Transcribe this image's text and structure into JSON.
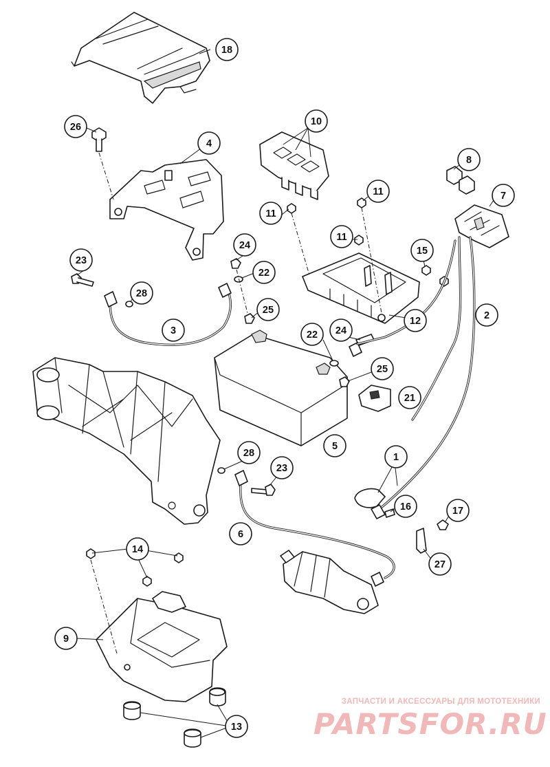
{
  "diagram": {
    "callouts": [
      {
        "id": "c18",
        "label": "18"
      },
      {
        "id": "c26",
        "label": "26"
      },
      {
        "id": "c4",
        "label": "4"
      },
      {
        "id": "c10",
        "label": "10"
      },
      {
        "id": "c8",
        "label": "8"
      },
      {
        "id": "c7",
        "label": "7"
      },
      {
        "id": "c11a",
        "label": "11"
      },
      {
        "id": "c11b",
        "label": "11"
      },
      {
        "id": "c11c",
        "label": "11"
      },
      {
        "id": "c15",
        "label": "15"
      },
      {
        "id": "c24a",
        "label": "24"
      },
      {
        "id": "c23a",
        "label": "23"
      },
      {
        "id": "c22a",
        "label": "22"
      },
      {
        "id": "c28a",
        "label": "28"
      },
      {
        "id": "c2",
        "label": "2"
      },
      {
        "id": "c25a",
        "label": "25"
      },
      {
        "id": "c3",
        "label": "3"
      },
      {
        "id": "c12",
        "label": "12"
      },
      {
        "id": "c24b",
        "label": "24"
      },
      {
        "id": "c22b",
        "label": "22"
      },
      {
        "id": "c25b",
        "label": "25"
      },
      {
        "id": "c21",
        "label": "21"
      },
      {
        "id": "c5",
        "label": "5"
      },
      {
        "id": "c1",
        "label": "1"
      },
      {
        "id": "c28b",
        "label": "28"
      },
      {
        "id": "c23b",
        "label": "23"
      },
      {
        "id": "c16",
        "label": "16"
      },
      {
        "id": "c17",
        "label": "17"
      },
      {
        "id": "c6",
        "label": "6"
      },
      {
        "id": "c27",
        "label": "27"
      },
      {
        "id": "c14",
        "label": "14"
      },
      {
        "id": "c9",
        "label": "9"
      },
      {
        "id": "c13",
        "label": "13"
      }
    ]
  },
  "watermark": {
    "caption": "ЗАПЧАСТИ И АКСЕССУАРЫ ДЛЯ МОТОТЕХНИКИ",
    "logo": "PARTSFOR.RU",
    "color": "#f0b8b8"
  }
}
